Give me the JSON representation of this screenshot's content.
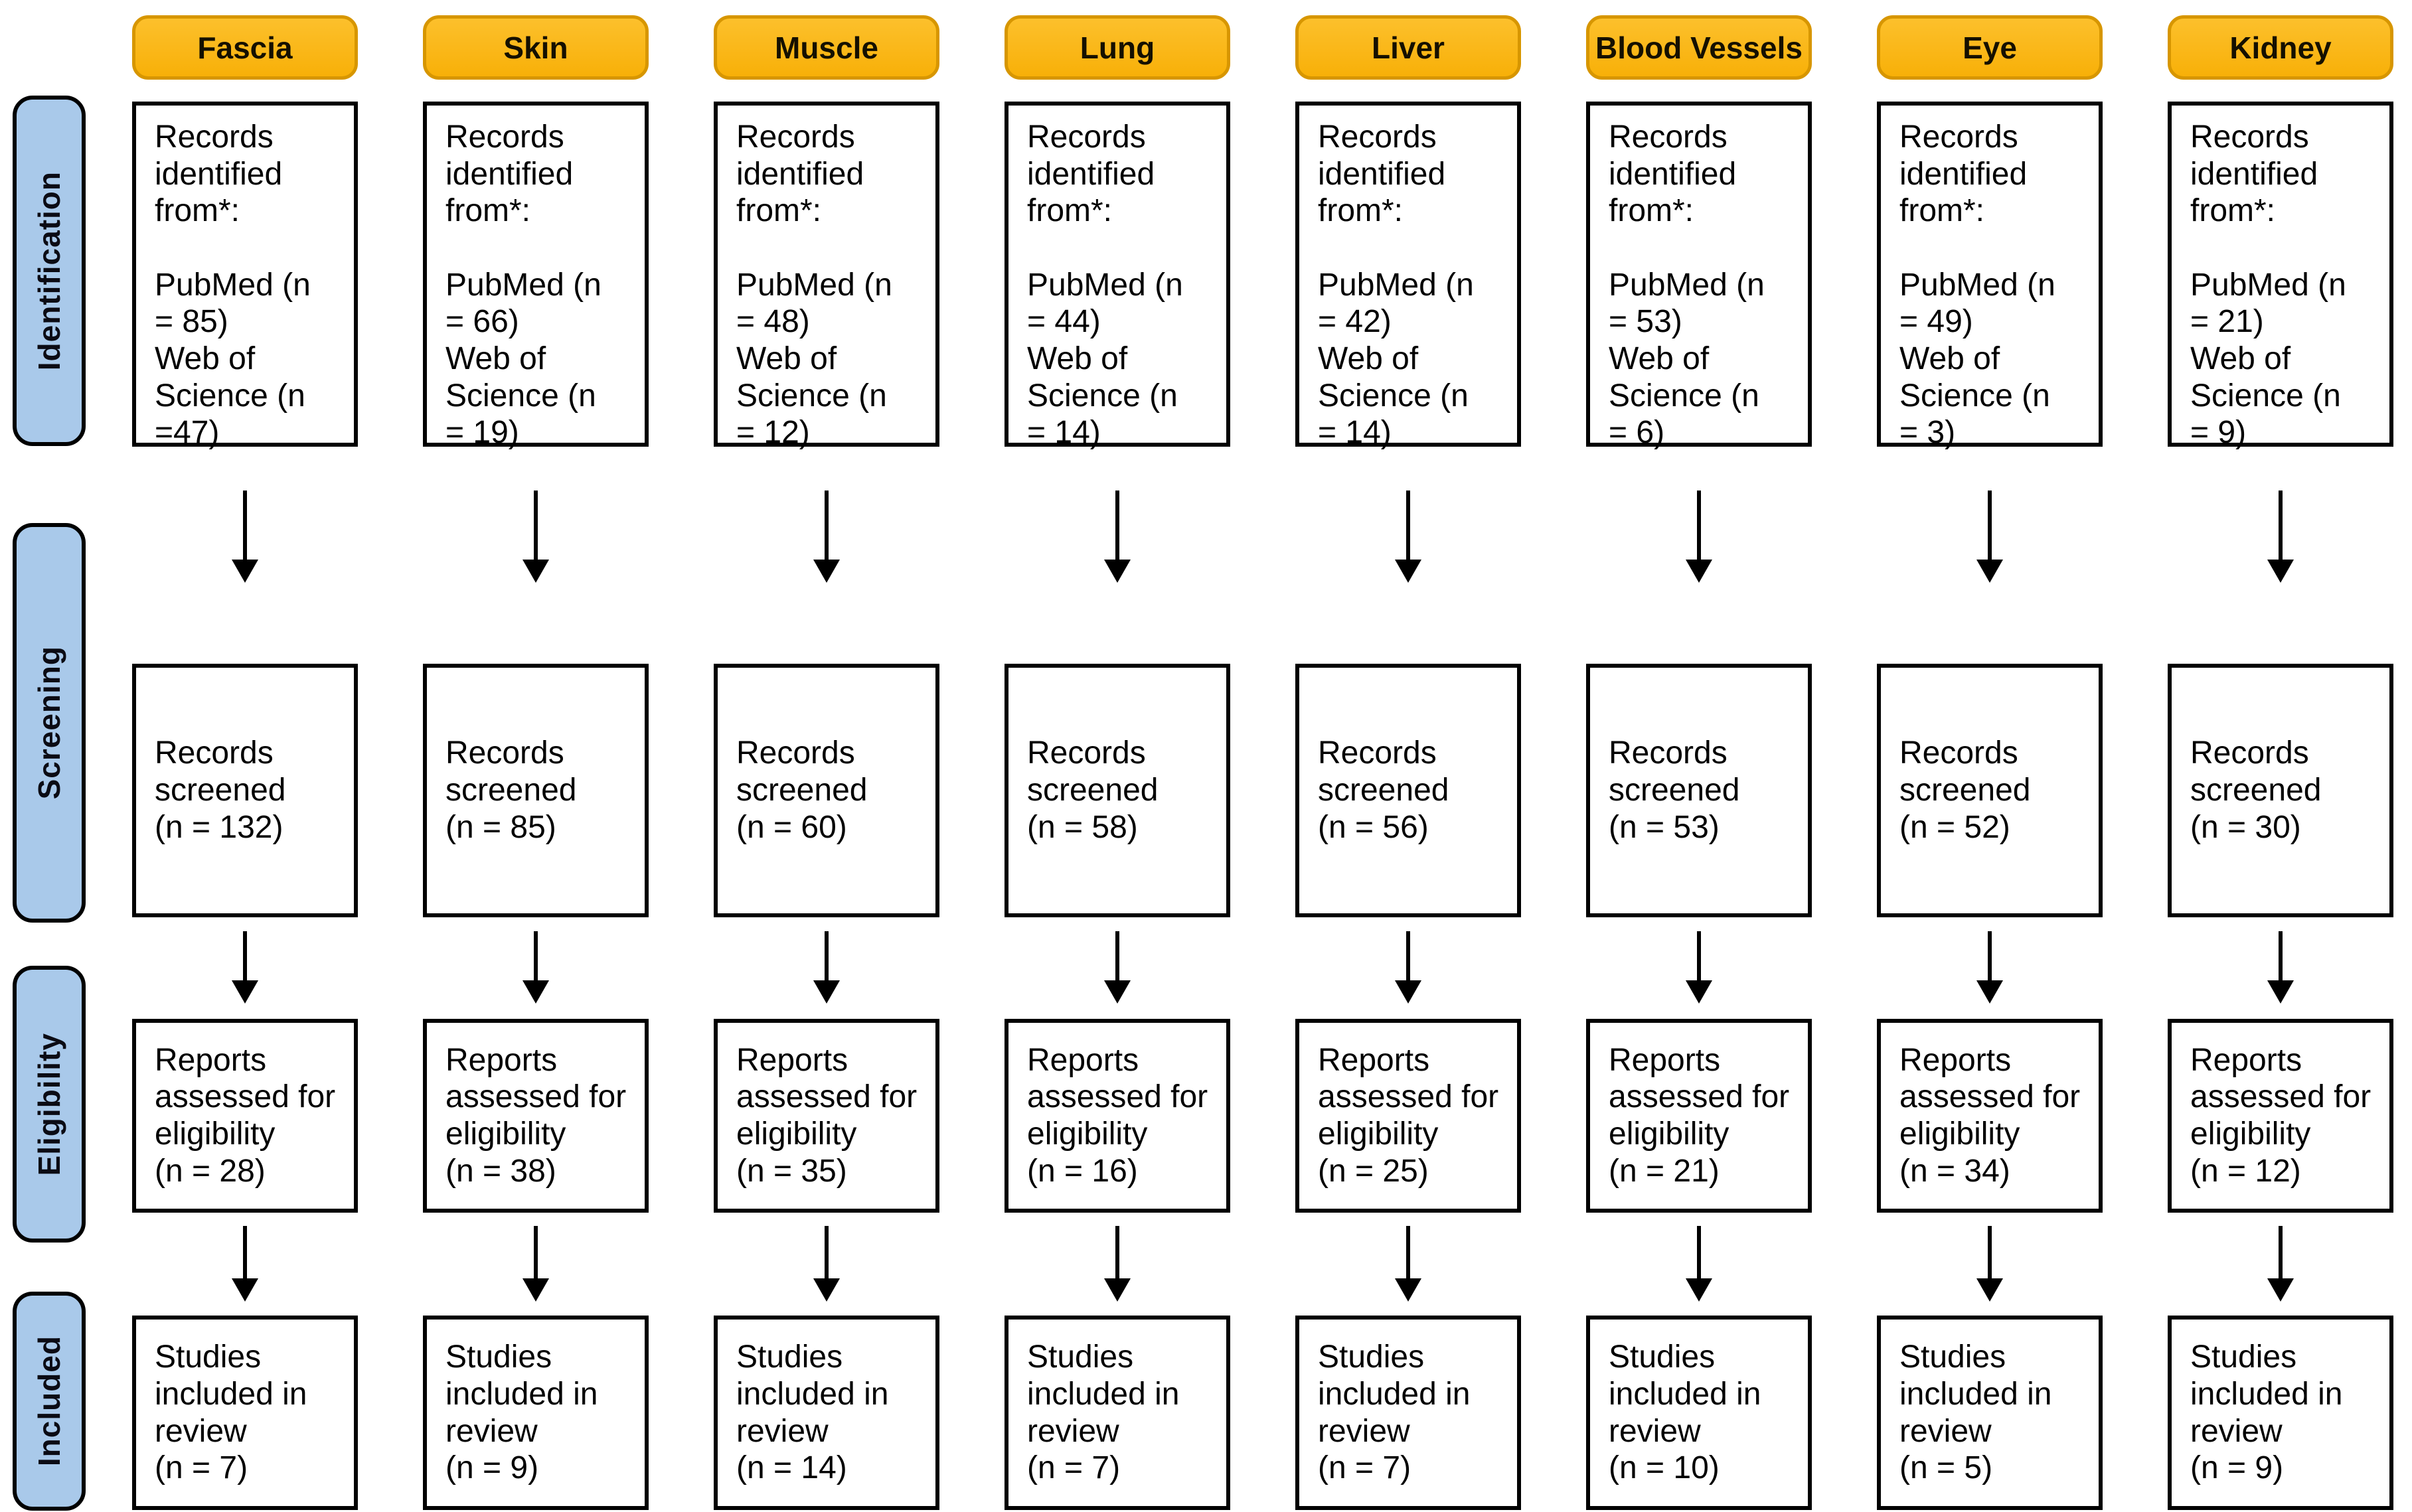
{
  "diagram": "PRISMA-style literature flow, one column per organ",
  "colors": {
    "header_fill": "#FBB917",
    "header_border": "#D79600",
    "stage_fill": "#A9C9EA",
    "stage_border": "#000000",
    "box_border": "#000000",
    "text": "#000000"
  },
  "stages": [
    {
      "label": "Identification"
    },
    {
      "label": "Screening"
    },
    {
      "label": "Eligibility"
    },
    {
      "label": "Included"
    }
  ],
  "columns": [
    {
      "header": "Fascia",
      "identification_text": "Records\nidentified\nfrom*:\n\nPubMed (n\n= 85)\nWeb of\nScience (n\n=47)",
      "screening_text": "Records\nscreened\n(n = 132)",
      "eligibility_text": "Reports\nassessed for\neligibility\n(n = 28)",
      "included_text": "Studies\nincluded in\nreview\n(n = 7)",
      "counts": {
        "pubmed": 85,
        "web_of_science": 47,
        "screened": 132,
        "assessed": 28,
        "included": 7
      }
    },
    {
      "header": "Skin",
      "identification_text": "Records\nidentified\nfrom*:\n\nPubMed (n\n= 66)\nWeb of\nScience (n\n= 19)",
      "screening_text": "Records\nscreened\n(n = 85)",
      "eligibility_text": "Reports\nassessed for\neligibility\n(n = 38)",
      "included_text": "Studies\nincluded in\nreview\n(n = 9)",
      "counts": {
        "pubmed": 66,
        "web_of_science": 19,
        "screened": 85,
        "assessed": 38,
        "included": 9
      }
    },
    {
      "header": "Muscle",
      "identification_text": "Records\nidentified\nfrom*:\n\nPubMed (n\n= 48)\nWeb of\nScience (n\n= 12)",
      "screening_text": "Records\nscreened\n(n = 60)",
      "eligibility_text": "Reports\nassessed for\neligibility\n(n = 35)",
      "included_text": "Studies\nincluded in\nreview\n(n = 14)",
      "counts": {
        "pubmed": 48,
        "web_of_science": 12,
        "screened": 60,
        "assessed": 35,
        "included": 14
      }
    },
    {
      "header": "Lung",
      "identification_text": "Records\nidentified\nfrom*:\n\nPubMed (n\n= 44)\nWeb of\nScience (n\n= 14)",
      "screening_text": "Records\nscreened\n(n = 58)",
      "eligibility_text": "Reports\nassessed for\neligibility\n(n = 16)",
      "included_text": "Studies\nincluded in\nreview\n(n = 7)",
      "counts": {
        "pubmed": 44,
        "web_of_science": 14,
        "screened": 58,
        "assessed": 16,
        "included": 7
      }
    },
    {
      "header": "Liver",
      "identification_text": "Records\nidentified\nfrom*:\n\nPubMed (n\n= 42)\nWeb of\nScience (n\n= 14)",
      "screening_text": "Records\nscreened\n(n = 56)",
      "eligibility_text": "Reports\nassessed for\neligibility\n(n = 25)",
      "included_text": "Studies\nincluded in\nreview\n(n = 7)",
      "counts": {
        "pubmed": 42,
        "web_of_science": 14,
        "screened": 56,
        "assessed": 25,
        "included": 7
      }
    },
    {
      "header": "Blood Vessels",
      "identification_text": "Records\nidentified\nfrom*:\n\nPubMed (n\n= 53)\nWeb of\nScience (n\n= 6)",
      "screening_text": "Records\nscreened\n(n = 53)",
      "eligibility_text": "Reports\nassessed for\neligibility\n(n = 21)",
      "included_text": "Studies\nincluded in\nreview\n(n = 10)",
      "counts": {
        "pubmed": 53,
        "web_of_science": 6,
        "screened": 53,
        "assessed": 21,
        "included": 10
      }
    },
    {
      "header": "Eye",
      "identification_text": "Records\nidentified\nfrom*:\n\nPubMed (n\n= 49)\nWeb of\nScience (n\n= 3)",
      "screening_text": "Records\nscreened\n(n = 52)",
      "eligibility_text": "Reports\nassessed for\neligibility\n(n = 34)",
      "included_text": "Studies\nincluded in\nreview\n(n = 5)",
      "counts": {
        "pubmed": 49,
        "web_of_science": 3,
        "screened": 52,
        "assessed": 34,
        "included": 5
      }
    },
    {
      "header": "Kidney",
      "identification_text": "Records\nidentified\nfrom*:\n\nPubMed (n\n= 21)\nWeb of\nScience (n\n= 9)",
      "screening_text": "Records\nscreened\n(n = 30)",
      "eligibility_text": "Reports\nassessed for\neligibility\n(n = 12)",
      "included_text": "Studies\nincluded in\nreview\n(n = 9)",
      "counts": {
        "pubmed": 21,
        "web_of_science": 9,
        "screened": 30,
        "assessed": 12,
        "included": 9
      }
    }
  ]
}
